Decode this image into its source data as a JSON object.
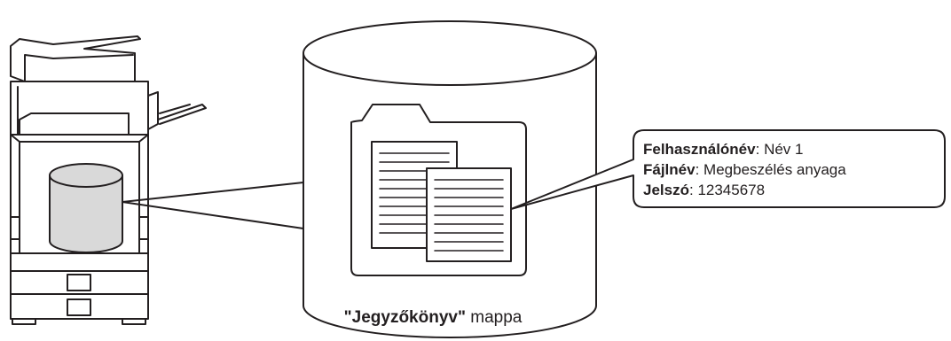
{
  "folder_caption": {
    "name": "\"Jegyzőkönyv\"",
    "suffix": " mappa"
  },
  "callout": {
    "lines": [
      {
        "key": "Felhasználónév",
        "sep": ": ",
        "value": "Név 1"
      },
      {
        "key": "Fájlnév",
        "sep": ": ",
        "value": "Megbeszélés anyaga"
      },
      {
        "key": "Jelszó",
        "sep": ": ",
        "value": "12345678"
      }
    ]
  },
  "colors": {
    "stroke": "#231f20",
    "cylinder_fill": "#d9d9d9",
    "paper_fill": "#ffffff"
  },
  "icons": [
    "printer-icon",
    "storage-cylinder-icon",
    "folder-icon",
    "document-icon"
  ]
}
